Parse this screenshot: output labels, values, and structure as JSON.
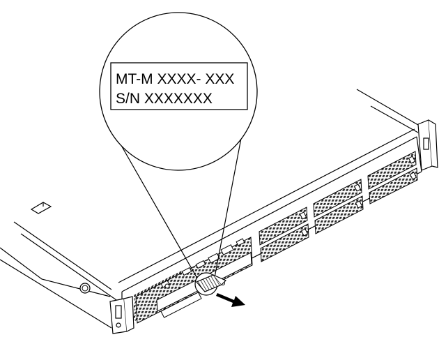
{
  "label": {
    "line1": "MT-M XXXX- XXX",
    "line2": "S/N XXXXXXX"
  },
  "colors": {
    "stroke": "#000000",
    "background": "#ffffff",
    "vent": "#2a2a2a",
    "pull_tab": "#b8b8b8"
  },
  "icons": {
    "arrow": "pull-out-arrow-icon",
    "tab": "pull-out-label-tab"
  }
}
